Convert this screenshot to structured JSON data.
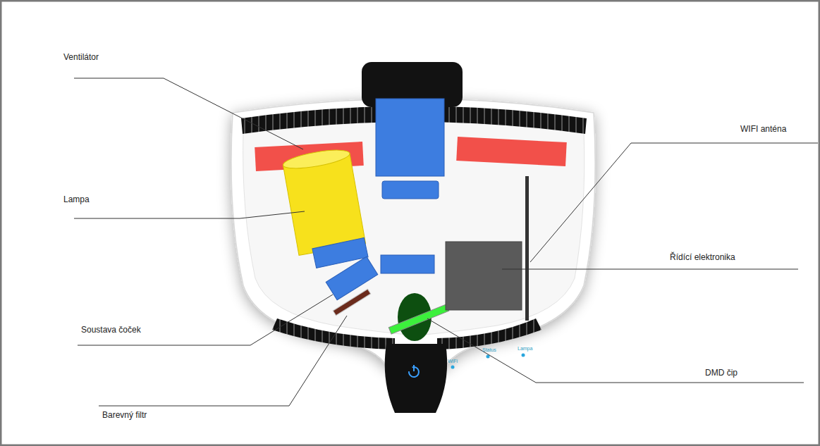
{
  "diagram": {
    "labels": [
      "Ventilátor",
      "Lampa",
      "Soustava čoček",
      "Barevný filtr",
      "WIFI anténa",
      "Řídící elektronika",
      "DMD čip",
      "WiFi",
      "Status",
      "Lampa"
    ]
  }
}
